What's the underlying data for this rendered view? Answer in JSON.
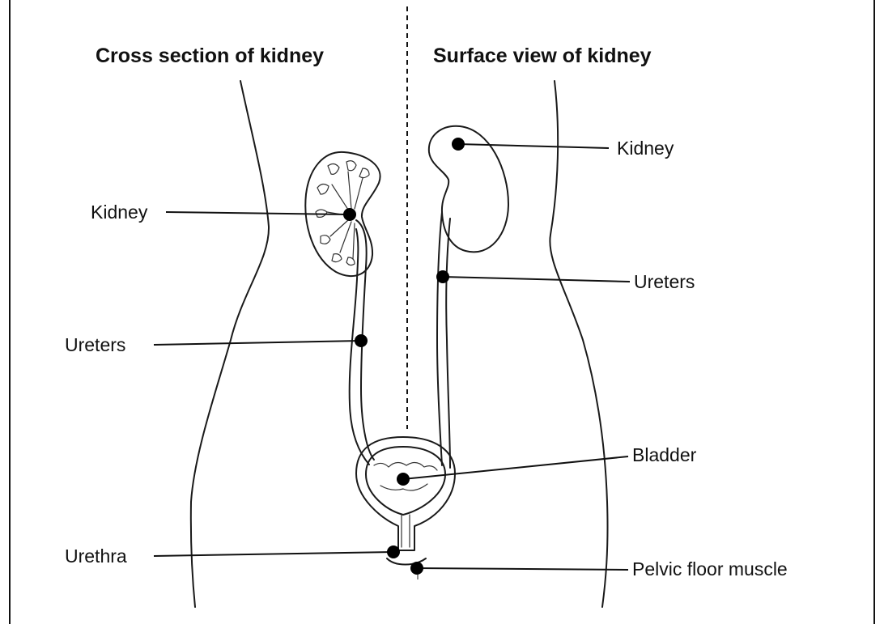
{
  "headings": {
    "left": "Cross section of kidney",
    "right": "Surface view of kidney"
  },
  "labels": {
    "kidney_left": "Kidney",
    "ureters_left": "Ureters",
    "urethra": "Urethra",
    "kidney_right": "Kidney",
    "ureters_right": "Ureters",
    "bladder": "Bladder",
    "pelvic_floor": "Pelvic floor muscle"
  }
}
